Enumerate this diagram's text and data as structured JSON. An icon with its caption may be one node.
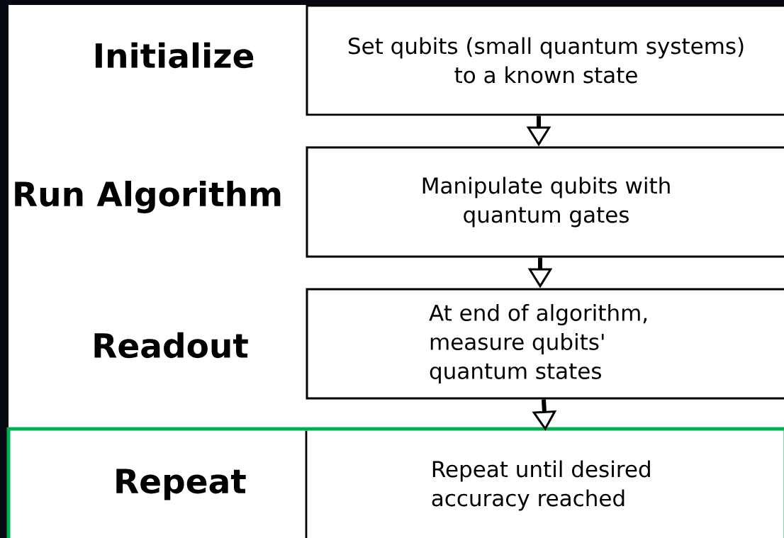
{
  "diagram": {
    "nodes": [
      {
        "text": [
          "Set qubits (small quantum systems) to a known state"
        ],
        "beside": [
          "Initialize"
        ]
      },
      {
        "text": [
          "Manipulate qubits with quantum gates"
        ],
        "beside": [
          "Run Algorithm"
        ]
      },
      {
        "text": [
          "At end of algorithm, measure qubits' quantum states"
        ],
        "beside": [
          "Readout"
        ]
      },
      {
        "text": [
          "Repeat"
        ]
      },
      {
        "text": [
          "Repeat until desired accuracy reached"
        ],
        "in": 3
      }
    ],
    "edges": [
      {
        "from": 0,
        "to": 1,
        "arrow": "to"
      },
      {
        "from": 1,
        "to": 2,
        "arrow": "to"
      },
      {
        "from": 2,
        "to": 4,
        "arrow": "to"
      }
    ]
  }
}
